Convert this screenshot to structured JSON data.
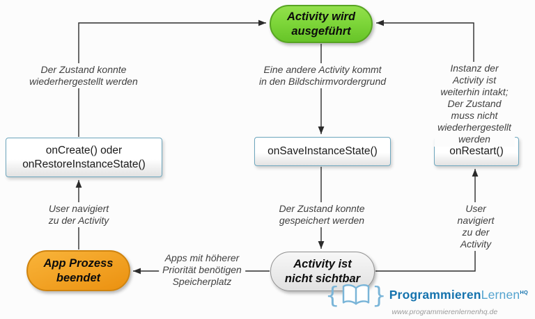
{
  "nodes": {
    "activity_running": {
      "label": "Activity wird\nausgeführt"
    },
    "on_create": {
      "label": "onCreate() oder\nonRestoreInstanceState()"
    },
    "on_save_instance_state": {
      "label": "onSaveInstanceState()"
    },
    "on_restart": {
      "label": "onRestart()"
    },
    "app_process_ended": {
      "label": "App Prozess\nbeendet"
    },
    "activity_not_visible": {
      "label": "Activity ist\nnicht sichtbar"
    }
  },
  "edge_labels": {
    "state_restored": "Der Zustand konnte\nwiederhergestellt werden",
    "other_activity_foreground": "Eine andere Activity kommt\nin den Bildschirmvordergrund",
    "instance_intact": "Instanz der Activity ist\nweiterhin intakt;\nDer Zustand muss nicht\nwiederhergestellt werden",
    "user_navigates_left": "User navigiert\nzu der Activity",
    "state_saved": "Der Zustand konnte\ngespeichert werden",
    "user_navigates_right": "User navigiert\nzu der Activity",
    "apps_need_memory": "Apps mit höherer\nPriorität benötigen\nSpeicherplatz"
  },
  "logo": {
    "brand_bold": "Programmieren",
    "brand_light": "Lernen",
    "brand_sup": "HQ",
    "url": "www.programmierenlernenhq.de"
  },
  "colors": {
    "running_fill_top": "#93e04c",
    "running_fill_bottom": "#67c428",
    "running_border": "#57a422",
    "terminated_fill_top": "#f9b43a",
    "terminated_fill_bottom": "#eb9110",
    "terminated_border": "#cf8410",
    "hidden_fill_top": "#f7f7f7",
    "hidden_fill_bottom": "#e1e1e1",
    "hidden_border": "#909090",
    "callback_border": "#6da6bd",
    "arrow": "#2b2b2b",
    "label_text": "#3f3f3f",
    "brand_blue_dark": "#1573ae",
    "brand_blue_light": "#53a3cf",
    "icon_blue": "#7ab5d8",
    "url_gray": "#9a9a9a"
  }
}
